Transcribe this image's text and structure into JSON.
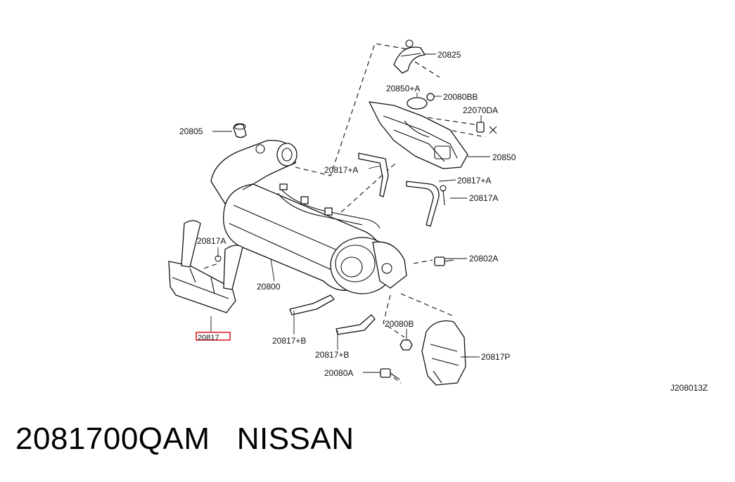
{
  "diagram": {
    "callouts": {
      "c20825": "20825",
      "c20850plusA": "20850+A",
      "c20080BB": "20080BB",
      "c22070DA": "22070DA",
      "c20805": "20805",
      "c20850": "20850",
      "c20817plusA_1": "20817+A",
      "c20817plusA_2": "20817+A",
      "c20817A_1": "20817A",
      "c20817A_2": "20817A",
      "c20802A": "20802A",
      "c20800": "20800",
      "c20817_highlighted": "20817",
      "c20817plusB_1": "20817+B",
      "c20817plusB_2": "20817+B",
      "c20080B": "20080B",
      "c20817P": "20817P",
      "c20080A": "20080A"
    },
    "drawing_code": "J208013Z",
    "highlight_color": "#e0202a"
  },
  "caption": "2081700QAM   NISSAN"
}
